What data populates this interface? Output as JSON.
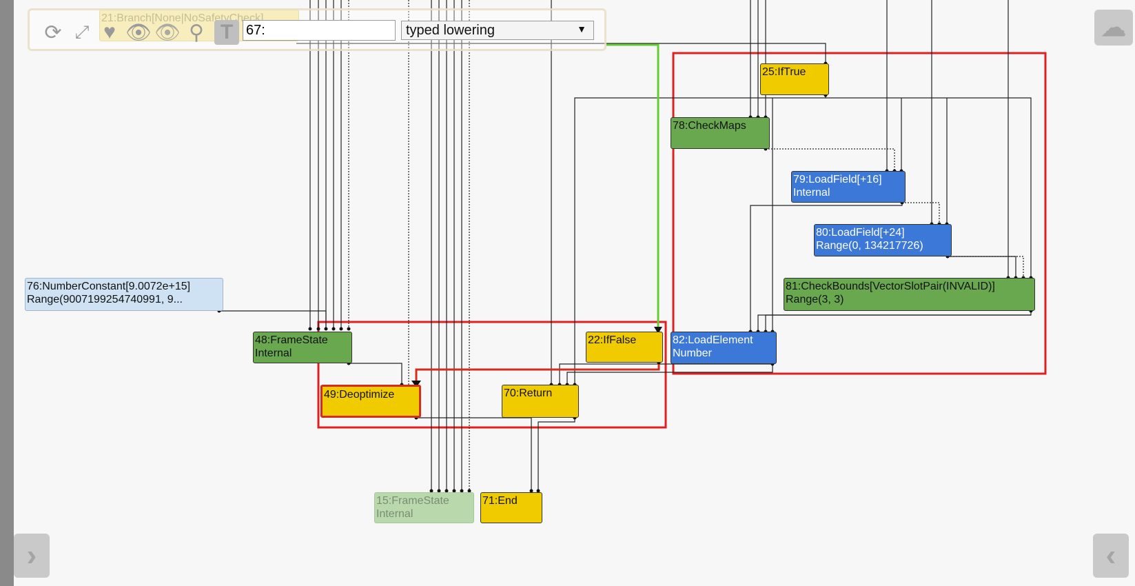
{
  "toolbar": {
    "search_value": "67:",
    "phase_selected": "typed lowering",
    "icons": [
      "reload-icon",
      "expand-icon",
      "heart-icon",
      "eye-icon",
      "hidden-eye-icon",
      "search-icon",
      "type-icon"
    ]
  },
  "nodes": {
    "n21": {
      "line1": "21:Branch[None|NoSafetyCheck]"
    },
    "n25": {
      "line1": "25:IfTrue"
    },
    "n78": {
      "line1": "78:CheckMaps"
    },
    "n79": {
      "line1": "79:LoadField[+16]",
      "line2": "Internal"
    },
    "n80": {
      "line1": "80:LoadField[+24]",
      "line2": "Range(0, 134217726)"
    },
    "n81": {
      "line1": "81:CheckBounds[VectorSlotPair(INVALID)]",
      "line2": "Range(3, 3)"
    },
    "n82": {
      "line1": "82:LoadElement",
      "line2": "Number"
    },
    "n76": {
      "line1": "76:NumberConstant[9.0072e+15]",
      "line2": "Range(9007199254740991, 9..."
    },
    "n48": {
      "line1": "48:FrameState",
      "line2": "Internal"
    },
    "n22": {
      "line1": "22:IfFalse"
    },
    "n49": {
      "line1": "49:Deoptimize"
    },
    "n70": {
      "line1": "70:Return"
    },
    "n15": {
      "line1": "15:FrameState",
      "line2": "Internal"
    },
    "n71": {
      "line1": "71:End"
    }
  },
  "colors": {
    "control": "#f0cb00",
    "framestate": "#6aa84f",
    "load": "#3c78d8",
    "constant": "#cfe2f3",
    "highlight_box": "#e02020",
    "control_edge": "#66cc33"
  }
}
